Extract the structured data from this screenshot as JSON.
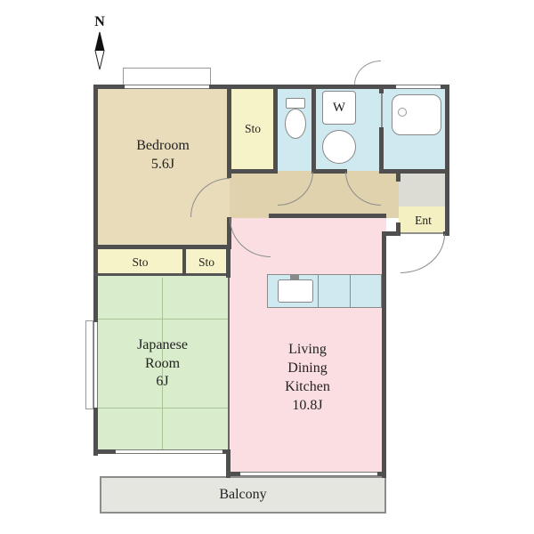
{
  "compass": {
    "label": "N"
  },
  "rooms": {
    "bedroom": {
      "label": "Bedroom",
      "size": "5.6J",
      "color": "#e9dcba"
    },
    "storage_top": {
      "label": "Sto",
      "color": "#f7f3c9"
    },
    "toilet": {
      "color": "#cfe9f1"
    },
    "washroom": {
      "label": "W",
      "color": "#cfe9f1"
    },
    "bathroom": {
      "color": "#cfe9f1"
    },
    "hallway": {
      "color": "#e0d2ac"
    },
    "entrance": {
      "label": "Ent",
      "floor_color": "#f4f0c2",
      "step_color": "#dcdcd5"
    },
    "storage_left": {
      "label": "Sto",
      "color": "#f7f3c9"
    },
    "storage_mid": {
      "label": "Sto",
      "color": "#f7f3c9"
    },
    "japanese_room": {
      "label": "Japanese Room",
      "size": "6J",
      "color": "#d9eccb"
    },
    "ldk": {
      "label": "Living Dining Kitchen",
      "size": "10.8J",
      "color": "#fbdee2"
    },
    "balcony": {
      "label": "Balcony",
      "color": "#e6e6e1"
    }
  },
  "fixtures": {
    "kitchen_counter_color": "#cfe9f1"
  },
  "colors": {
    "wall": "#4f4f4f",
    "background": "#ffffff",
    "line": "#8c8c8c"
  }
}
